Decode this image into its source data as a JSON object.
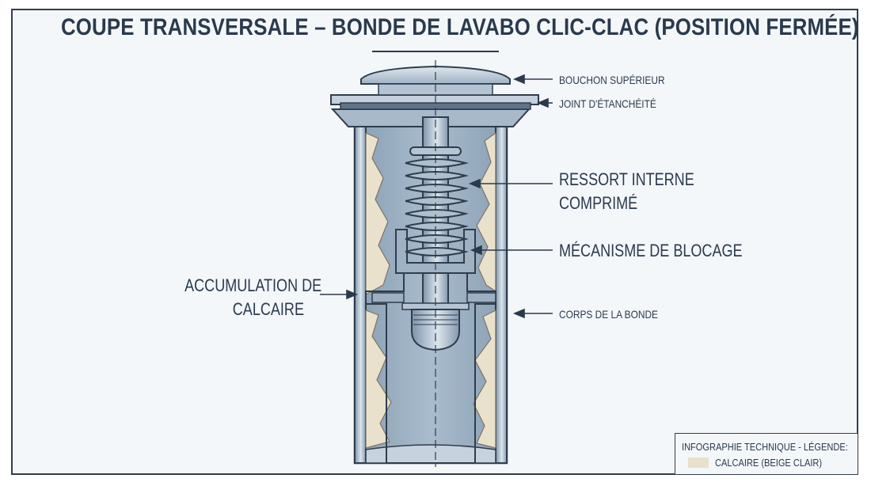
{
  "title": "COUPE TRANSVERSALE – BONDE DE LAVABO CLIC-CLAC (POSITION FERMÉE)",
  "labels": {
    "bouchon": "BOUCHON SUPÉRIEUR",
    "joint": "JOINT D'ÉTANCHÉITÉ",
    "ressort_l1": "RESSORT INTERNE",
    "ressort_l2": "COMPRIMÉ",
    "blocage": "MÉCANISME DE BLOCAGE",
    "corps": "CORPS DE LA BONDE",
    "calcaire_l1": "ACCUMULATION DE",
    "calcaire_l2": "CALCAIRE"
  },
  "legend": {
    "title": "INFOGRAPHIE TECHNIQUE - LÉGENDE:",
    "item": "CALCAIRE (BEIGE CLAIR)"
  },
  "colors": {
    "ink": "#2a3a4d",
    "metal": "#8fa4b8",
    "metal_light": "#c9d6e2",
    "limescale": "#e9e1cc",
    "background": "#f4f7fa"
  }
}
